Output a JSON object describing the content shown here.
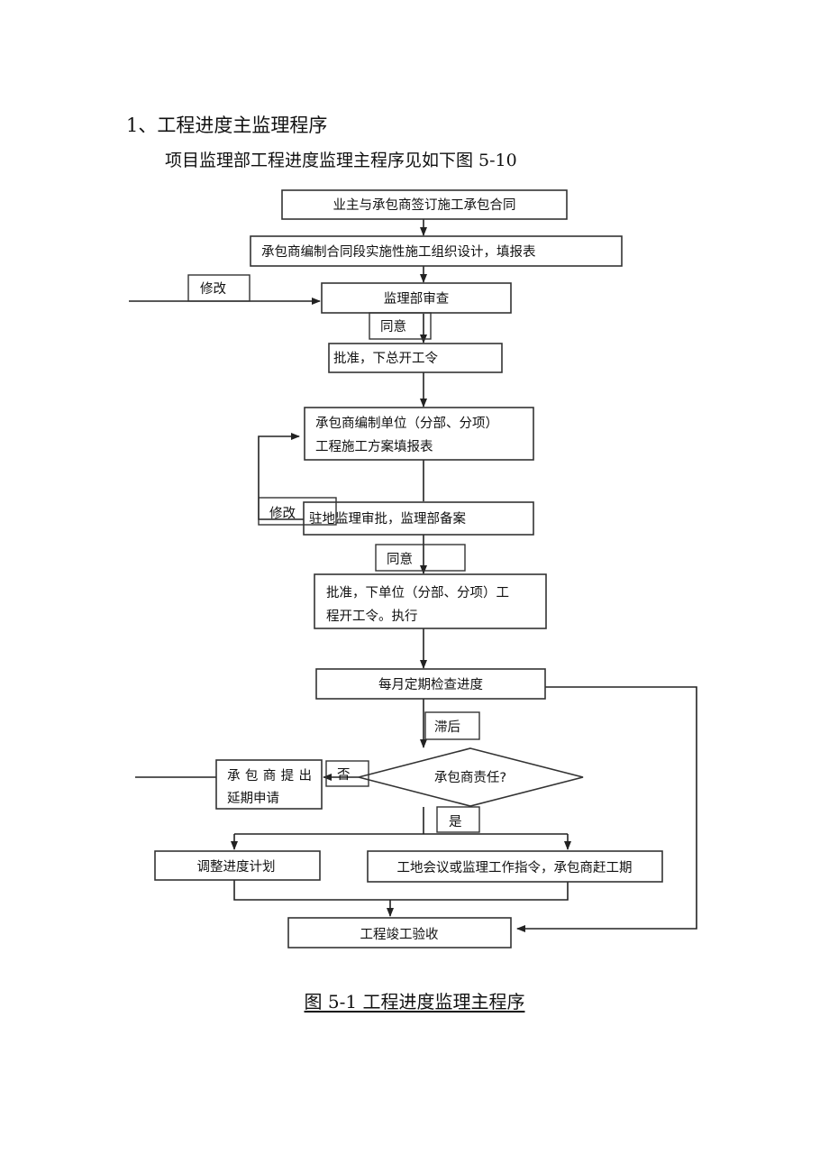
{
  "heading": "1、工程进度主监理程序",
  "intro": "项目监理部工程进度监理主程序见如下图 5-10",
  "caption": "图 5-1 工程进度监理主程序",
  "nodes": {
    "sign_contract": "业主与承包商签订施工承包合同",
    "compile_design": "承包商编制合同段实施性施工组织设计，填报表",
    "dept_review": "监理部审查",
    "approve_start": "批准，下总开工令",
    "unit_plan_line1": "承包商编制单位（分部、分项）",
    "unit_plan_line2": "工程施工方案填报表",
    "site_approve": "驻地监理审批，监理部备案",
    "unit_start_line1": "批准，下单位（分部、分项）工",
    "unit_start_line2": "程开工令。执行",
    "monthly_check": "每月定期检查进度",
    "responsibility": "承包商责任?",
    "extension_line1": "承包商提出",
    "extension_line2": "延期申请",
    "adjust_plan": "调整进度计划",
    "site_meeting": "工地会议或监理工作指令，承包商赶工期",
    "acceptance": "工程竣工验收"
  },
  "labels": {
    "revise_1": "修改",
    "agree_1": "同意",
    "revise_2": "修改",
    "agree_2": "同意",
    "delayed": "滞后",
    "no": "否",
    "yes": "是"
  }
}
